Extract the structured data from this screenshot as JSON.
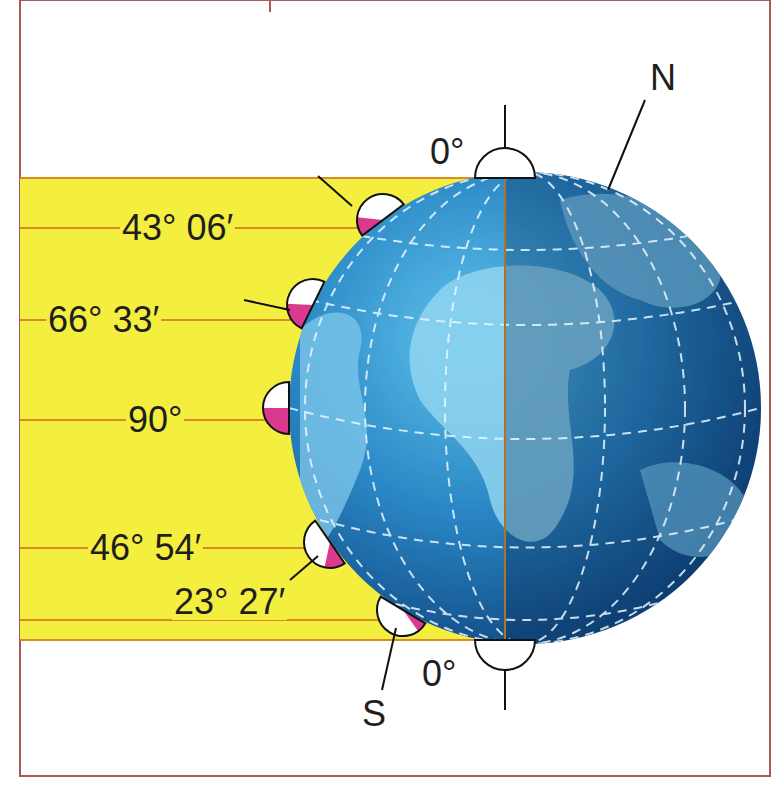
{
  "diagram": {
    "labels": [
      "0°",
      "N",
      "43° 06′",
      "66° 33′",
      "90°",
      "46° 54′",
      "23° 27′",
      "0°",
      "S"
    ]
  }
}
